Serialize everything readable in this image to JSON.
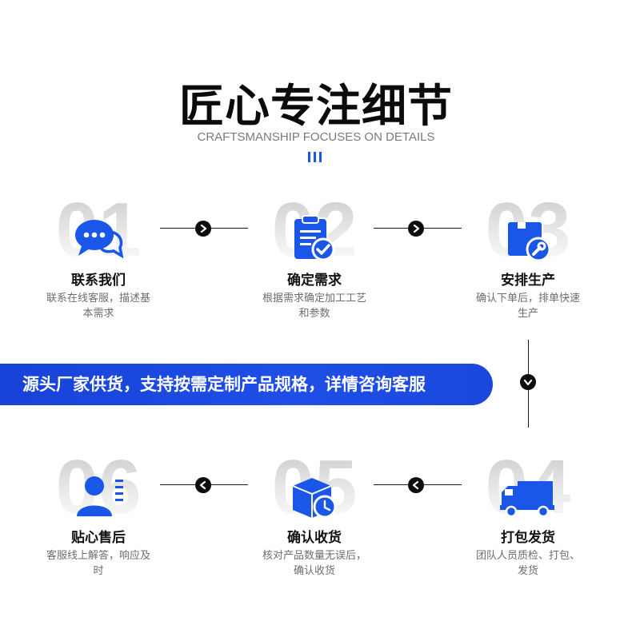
{
  "header": {
    "title": "匠心专注细节",
    "subtitle": "CRAFTSMANSHIP FOCUSES ON DETAILS"
  },
  "banner": {
    "text": "源头厂家供货，支持按需定制产品规格，详情咨询客服"
  },
  "steps": [
    {
      "number": "01",
      "label": "联系我们",
      "desc": "联系在线客服，描述基本需求",
      "icon": "chat-bubbles-icon"
    },
    {
      "number": "02",
      "label": "确定需求",
      "desc": "根据需求确定加工工艺和参数",
      "icon": "clipboard-check-icon"
    },
    {
      "number": "03",
      "label": "安排生产",
      "desc": "确认下单后，排单快速生产",
      "icon": "wrench-box-icon"
    },
    {
      "number": "04",
      "label": "打包发货",
      "desc": "团队人员质检、打包、发货",
      "icon": "delivery-truck-icon"
    },
    {
      "number": "05",
      "label": "确认收货",
      "desc": "核对产品数量无误后，确认收货",
      "icon": "package-clock-icon"
    },
    {
      "number": "06",
      "label": "贴心售后",
      "desc": "客服线上解答，响应及时",
      "icon": "support-person-icon"
    }
  ],
  "colors": {
    "accent": "#1a56e8",
    "number_gray": "#e3e3e3",
    "text_dark": "#111111",
    "text_muted": "#6d6d6d"
  }
}
